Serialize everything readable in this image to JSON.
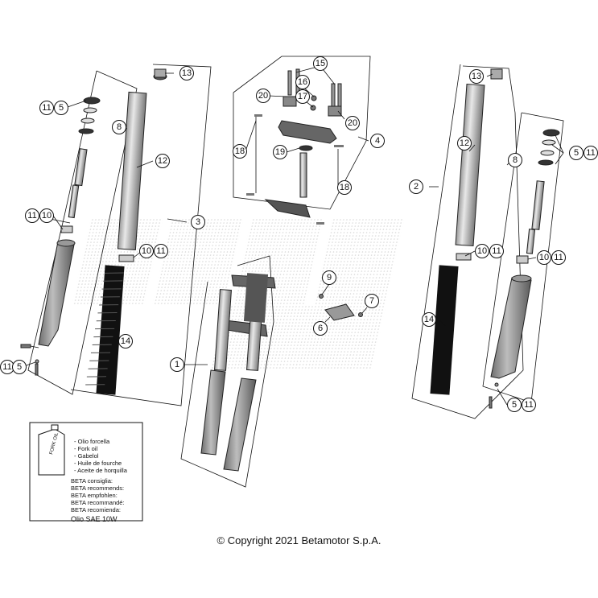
{
  "callouts": [
    "1",
    "2",
    "3",
    "4",
    "5",
    "6",
    "7",
    "8",
    "9",
    "10",
    "11",
    "12",
    "13",
    "14",
    "15",
    "16",
    "17",
    "18",
    "19",
    "20"
  ],
  "oil_box": {
    "can_label": "FORK OIL",
    "lines": [
      "- Olio forcella",
      "- Fork oil",
      "- Gabelol",
      "- Huile de fourche",
      "- Aceite de horquilla"
    ],
    "recommend": [
      "BETA consiglia:",
      "BETA recommends:",
      "BETA empfohlen:",
      "BETA recommandé:",
      "BETA recomienda:"
    ],
    "oil_grade": "Olio SAE 10W"
  },
  "copyright": "© Copyright 2021 Betamotor S.p.A."
}
